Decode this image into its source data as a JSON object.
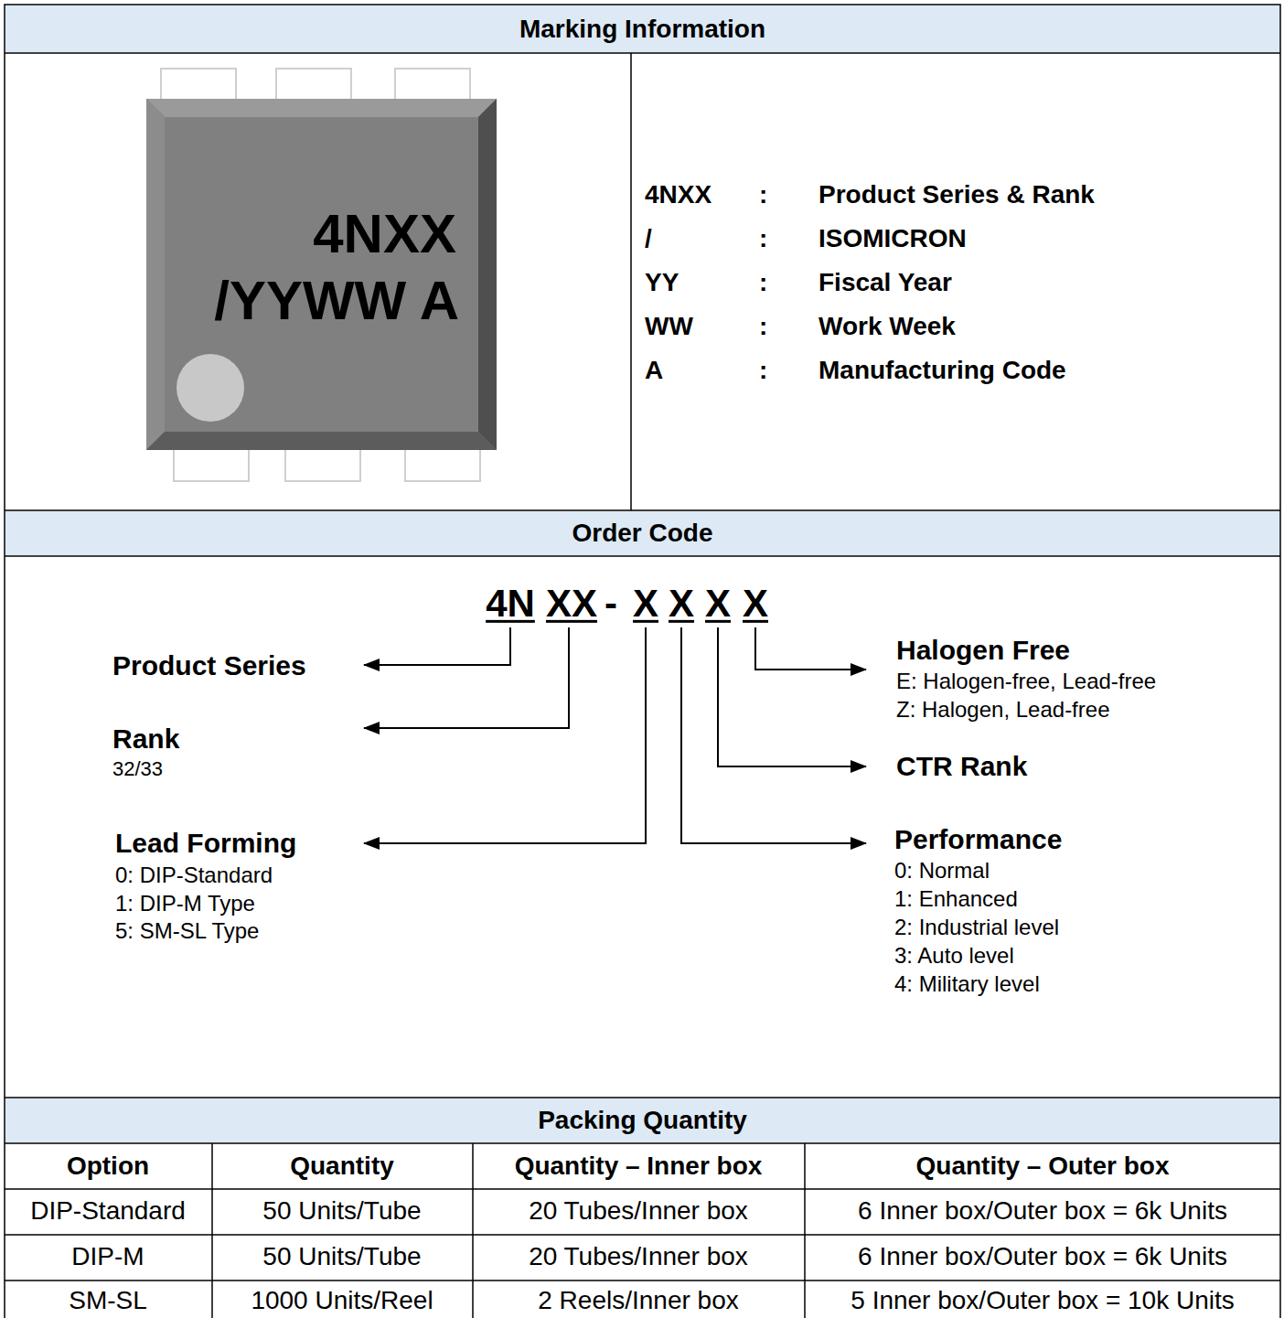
{
  "diagram": {
    "nodes": [
      {
        "text": [
          "Marking Information"
        ]
      },
      {
        "text": [
          "4NXX",
          "/YYWW A"
        ]
      },
      {
        "text": [
          "Order Code"
        ]
      },
      {
        "text": [
          "Packing Quantity"
        ]
      }
    ],
    "labels": [
      "4NXX",
      ":",
      "Product Series & Rank",
      "/",
      ":",
      "ISOMICRON",
      "YY",
      ":",
      "Fiscal Year",
      "WW",
      ":",
      "Work Week",
      "A",
      ":",
      "Manufacturing Code",
      "4N",
      "XX",
      "-",
      "X",
      "X",
      "X",
      "X",
      "Product Series",
      "Rank",
      "32/33",
      "Lead Forming",
      "0: DIP-Standard",
      "1: DIP-M Type",
      "5: SM-SL Type",
      "Halogen Free",
      "E: Halogen-free, Lead-free",
      "Z: Halogen, Lead-free",
      "CTR Rank",
      "Performance",
      "0: Normal",
      "1: Enhanced",
      "2: Industrial level",
      "3: Auto level",
      "4: Military level",
      "Option",
      "Quantity",
      "Quantity – Inner box",
      "Quantity – Outer box",
      "DIP-Standard",
      "50 Units/Tube",
      "20 Tubes/Inner box",
      "6 Inner box/Outer box = 6k Units",
      "DIP-M",
      "50 Units/Tube",
      "20 Tubes/Inner box",
      "6 Inner box/Outer box = 6k Units",
      "SM-SL",
      "1000 Units/Reel",
      "2 Reels/Inner box",
      "5 Inner box/Outer box = 10k Units"
    ]
  }
}
